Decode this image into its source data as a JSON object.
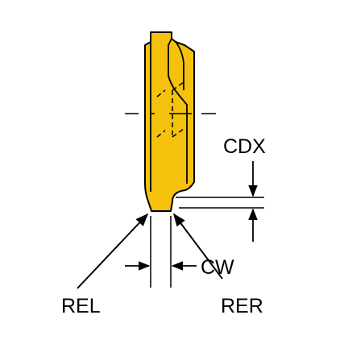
{
  "colors": {
    "insert_fill": "#f4c20d",
    "outline": "#000000",
    "background": "#ffffff"
  },
  "labels": {
    "cdx": "CDX",
    "cw": "CW",
    "rel": "REL",
    "rer": "RER"
  }
}
